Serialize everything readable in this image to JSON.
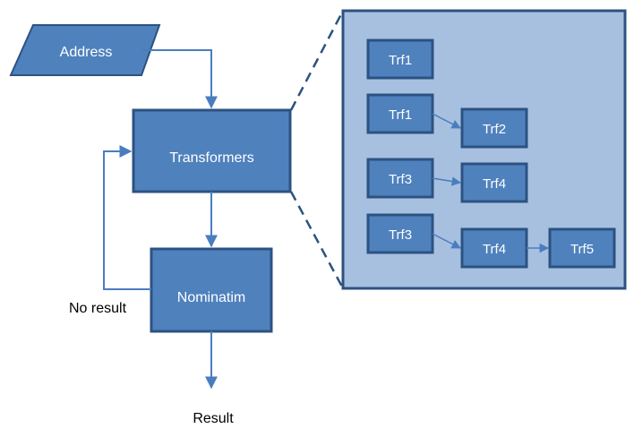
{
  "nodes": {
    "address": "Address",
    "transformers": "Transformers",
    "nominatim": "Nominatim"
  },
  "labels": {
    "no_result": "No result",
    "result": "Result"
  },
  "detail_chains": [
    [
      "Trf1"
    ],
    [
      "Trf1",
      "Trf2"
    ],
    [
      "Trf3",
      "Trf4"
    ],
    [
      "Trf3",
      "Trf4",
      "Trf5"
    ]
  ],
  "colors": {
    "box_fill": "#4f81bd",
    "box_stroke": "#2c5282",
    "panel_fill": "#a7c0e0",
    "panel_stroke": "#2c5282",
    "arrow": "#4a7dbf",
    "dashed": "#2c5282"
  }
}
